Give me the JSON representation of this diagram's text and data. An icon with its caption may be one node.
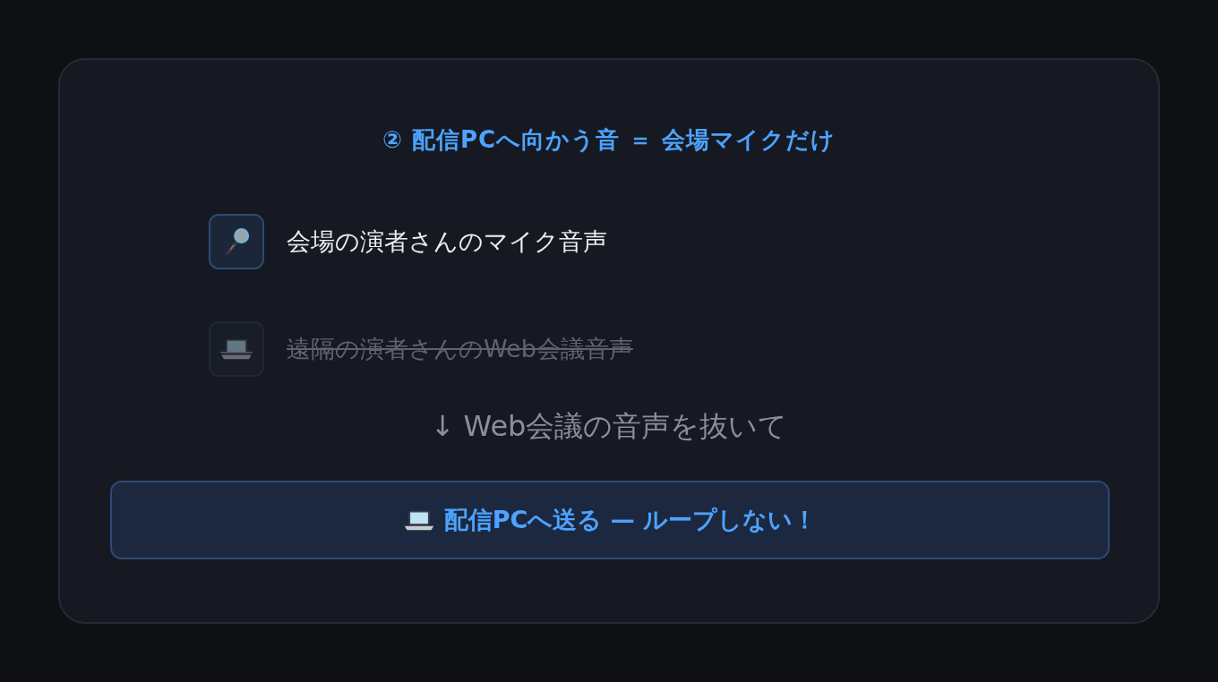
{
  "diagram": {
    "nodes": [
      {
        "text": [
          "② 配信PCへ向かう音 ＝ 会場マイクだけ"
        ]
      },
      {
        "text": [],
        "shape": "box",
        "in": 0,
        "beside": [
          "会場の演者さんのマイク音声"
        ]
      },
      {
        "text": [],
        "shape": "box",
        "in": 0,
        "beside": [
          "遠隔の演者さんのWeb会議音声"
        ]
      },
      {
        "text": [
          "配信PCへ送る — ループしない！"
        ],
        "in": 0
      }
    ],
    "labels": [
      "↓ Web会議の音声を抜いて"
    ]
  }
}
